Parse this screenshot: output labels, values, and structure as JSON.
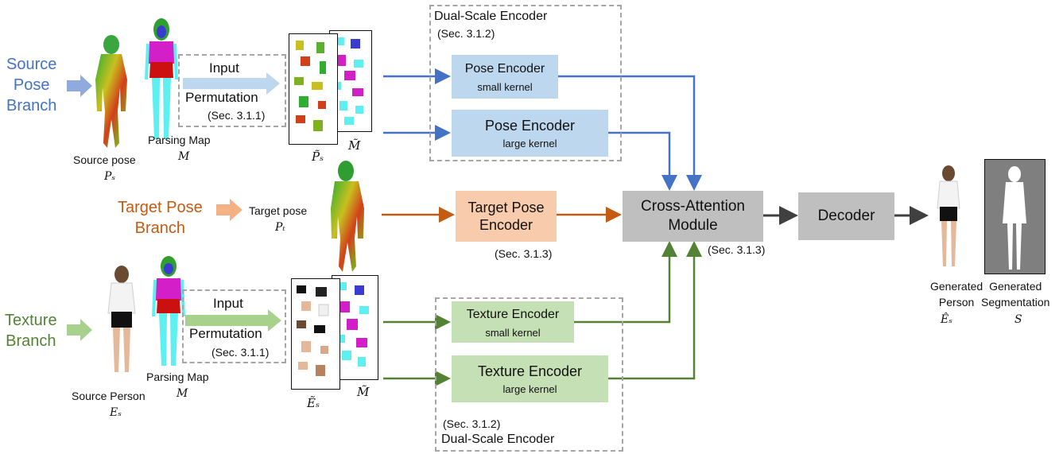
{
  "branches": {
    "source_pose": "Source\nPose\nBranch",
    "target_pose": "Target Pose\nBranch",
    "texture": "Texture\nBranch"
  },
  "labels": {
    "source_pose": "Source pose",
    "source_pose_sym": "Pₛ",
    "parsing_map_top": "Parsing Map",
    "parsing_map_top_sym": "M",
    "target_pose": "Target pose",
    "target_pose_sym": "Pₜ",
    "source_person": "Source Person",
    "source_person_sym": "Eₛ",
    "parsing_map_bottom": "Parsing Map",
    "parsing_map_bottom_sym": "M",
    "ps_perm_sym": "P̃ₛ",
    "m_perm_top_sym": "M̃",
    "es_perm_sym": "Ẽₛ",
    "m_perm_bottom_sym": "M̃",
    "generated_person": "Generated\nPerson",
    "generated_person_sym": "Êₛ",
    "generated_seg": "Generated\nSegmentation",
    "generated_seg_sym": "S"
  },
  "permutation": {
    "input": "Input",
    "permutation": "Permutation",
    "sec": "(Sec. 3.1.1)"
  },
  "dual_scale_top": {
    "title": "Dual-Scale Encoder",
    "sec": "(Sec. 3.1.2)"
  },
  "dual_scale_bottom": {
    "title": "Dual-Scale Encoder",
    "sec": "(Sec. 3.1.2)"
  },
  "encoders": {
    "pose_small": {
      "name": "Pose Encoder",
      "kernel": "small kernel"
    },
    "pose_large": {
      "name": "Pose Encoder",
      "kernel": "large kernel"
    },
    "texture_small": {
      "name": "Texture Encoder",
      "kernel": "small kernel"
    },
    "texture_large": {
      "name": "Texture Encoder",
      "kernel": "large kernel"
    },
    "target_pose": {
      "name": "Target Pose\nEncoder",
      "sec": "(Sec. 3.1.3)"
    }
  },
  "cross_attention": {
    "name": "Cross-Attention\nModule",
    "sec": "(Sec. 3.1.3)"
  },
  "decoder": {
    "name": "Decoder"
  },
  "colors": {
    "blue": "#4472c4",
    "orange": "#c55a11",
    "green": "#548235",
    "dark": "#404040"
  }
}
